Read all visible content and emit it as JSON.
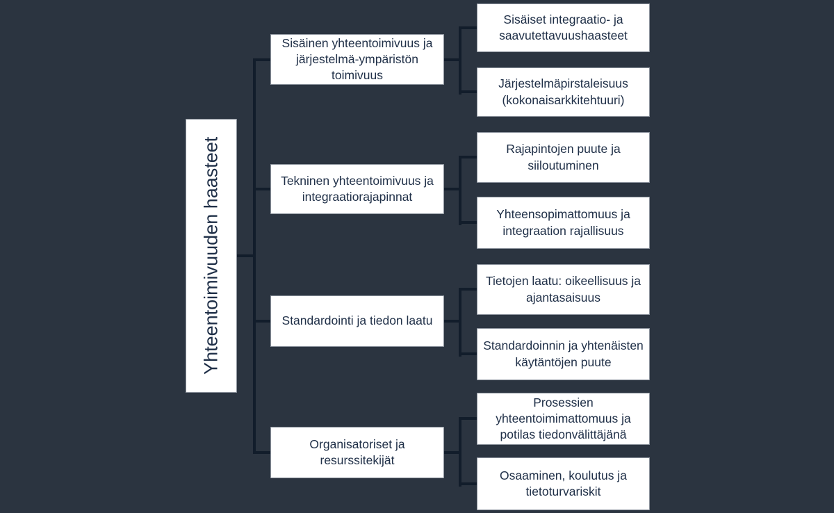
{
  "diagram": {
    "root_label": "Yhteentoimivuuden haasteet",
    "branches": [
      {
        "label": "Sisäinen yhteentoimivuus ja järjestelmä-ympäristön toimivuus",
        "children": [
          {
            "label": "Sisäiset integraatio- ja saavutettavuushaasteet"
          },
          {
            "label": "Järjestelmäpirstaleisuus (kokonaisarkkitehtuuri)"
          }
        ]
      },
      {
        "label": "Tekninen yhteentoimivuus ja integraatiorajapinnat",
        "children": [
          {
            "label": "Rajapintojen puute ja siiloutuminen"
          },
          {
            "label": "Yhteensopimattomuus ja integraation rajallisuus"
          }
        ]
      },
      {
        "label": "Standardointi ja tiedon laatu",
        "children": [
          {
            "label": "Tietojen laatu: oikeellisuus ja ajantasaisuus"
          },
          {
            "label": "Standardoinnin ja yhtenäisten käytäntöjen puute"
          }
        ]
      },
      {
        "label": "Organisatoriset ja resurssitekijät",
        "children": [
          {
            "label": "Prosessien yhteentoimimattomuus ja potilas tiedonvälittäjänä"
          },
          {
            "label": "Osaaminen, koulutus ja tietoturvariskit"
          }
        ]
      }
    ],
    "colors": {
      "background": "#2B3440",
      "box_fill": "#FFFFFF",
      "box_border": "#8A919B",
      "box_text": "#203048",
      "connector": "#121D2B"
    }
  }
}
